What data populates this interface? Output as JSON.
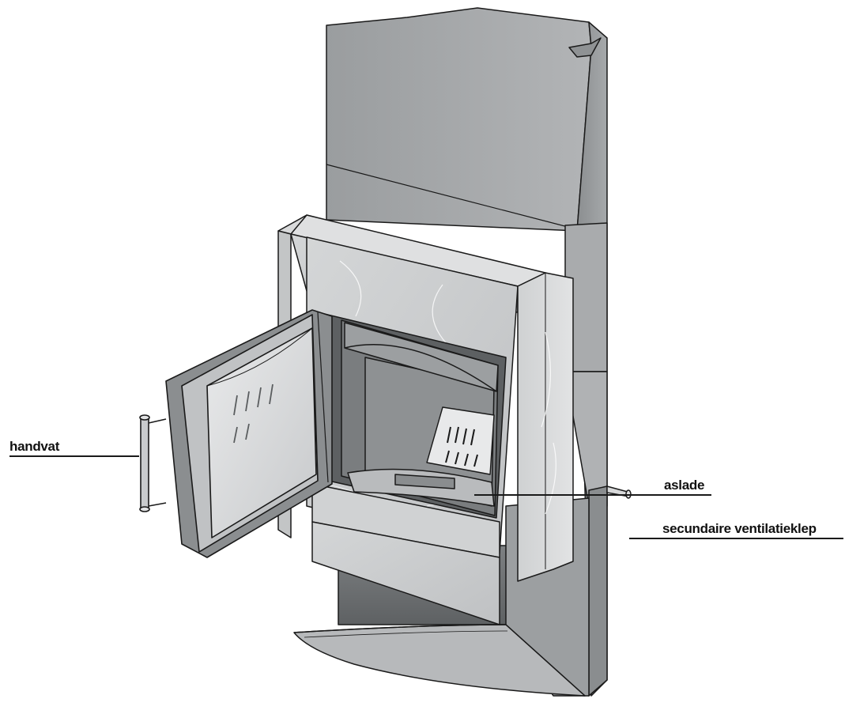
{
  "callouts": {
    "handle": "handvat",
    "ash_pan": "aslade",
    "secondary_air_vent": "secundaire ventilatieklep"
  },
  "colors": {
    "line": "#1a1a1a",
    "stone": "#c9cbcd",
    "metal_dark": "#6f7274",
    "metal_mid": "#a3a6a8"
  }
}
